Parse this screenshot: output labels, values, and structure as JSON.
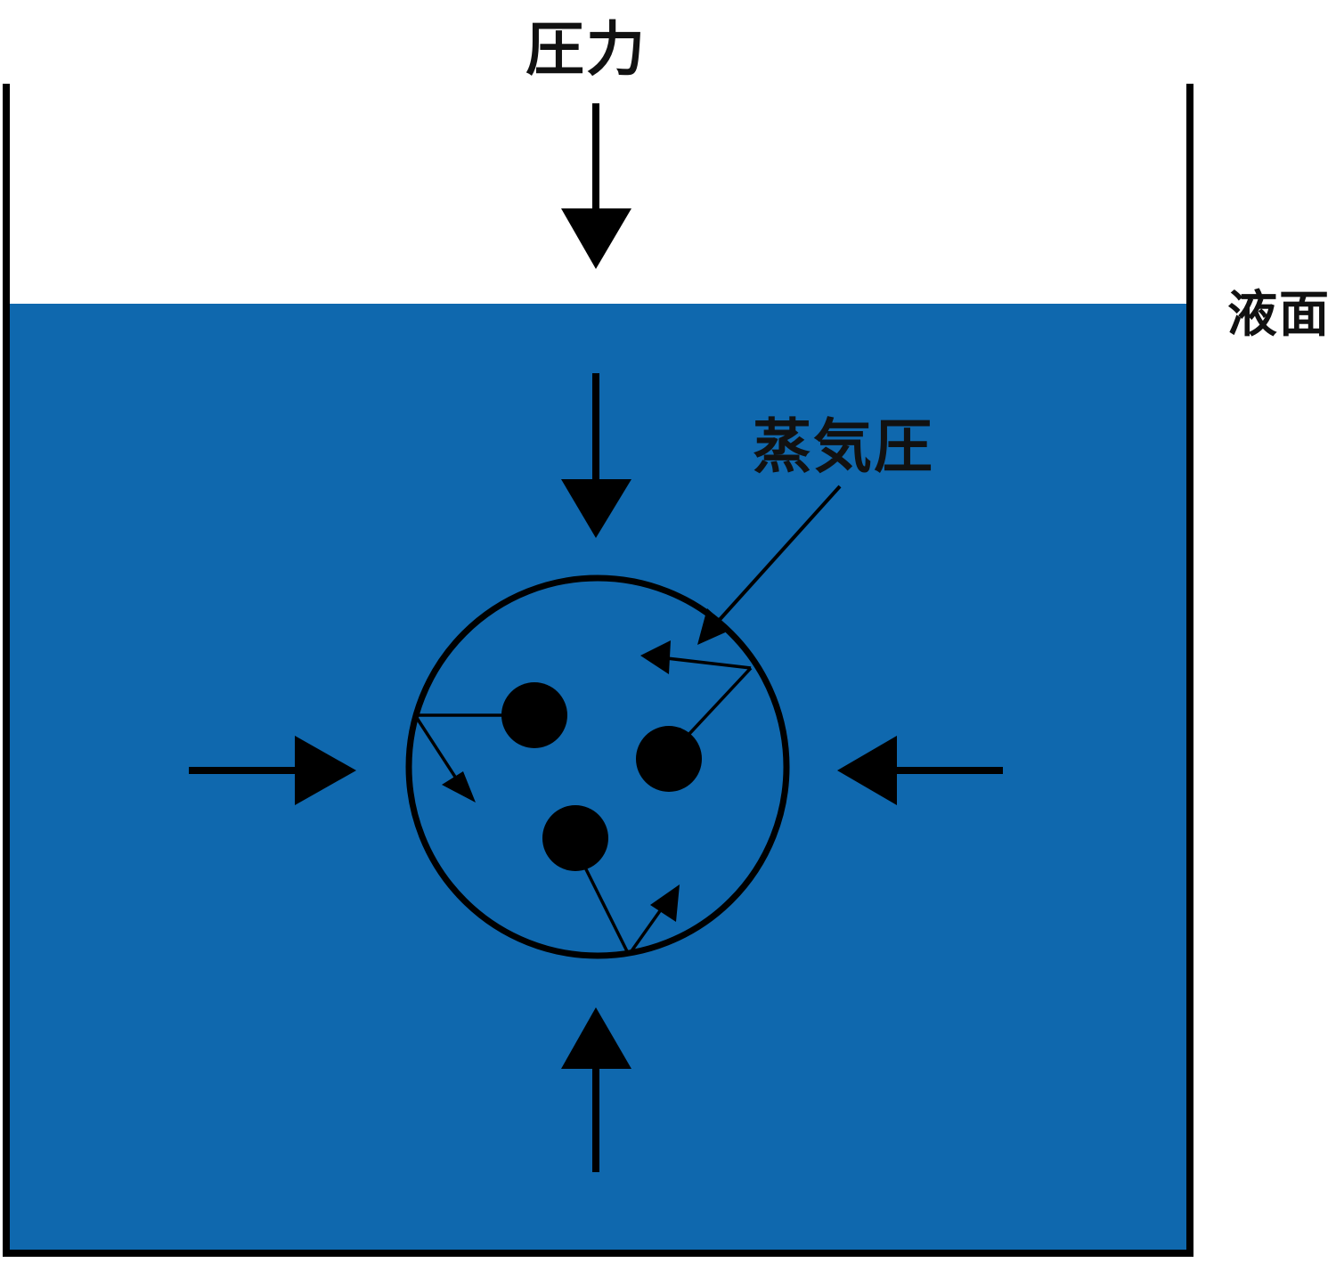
{
  "labels": {
    "pressure": "圧力",
    "liquid_surface": "液面",
    "vapor_pressure": "蒸気圧"
  },
  "colors": {
    "liquid": "#0f68ae",
    "stroke": "#000000",
    "background": "#ffffff"
  }
}
